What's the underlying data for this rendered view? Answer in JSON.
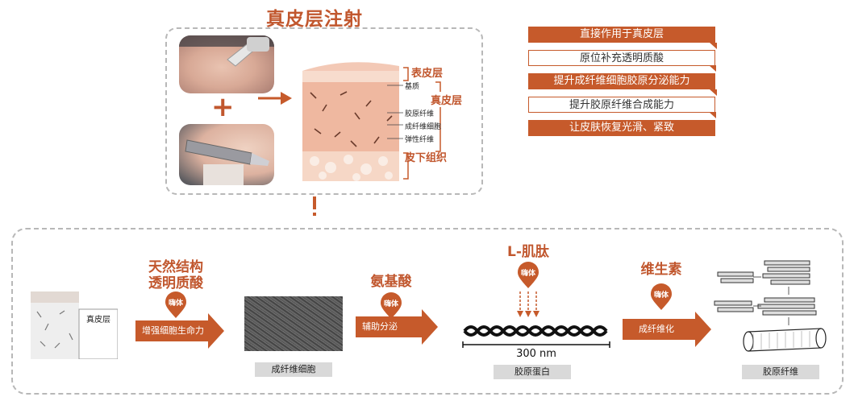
{
  "top": {
    "title": "真皮层注射",
    "plus": "+",
    "skin_labels": {
      "epidermis": "表皮层",
      "dermis": "真皮层",
      "matrix": "基质",
      "collagen_fiber": "胶原纤维",
      "fibroblast": "成纤维细胞",
      "elastic_fiber": "弹性纤维",
      "subcutaneous": "皮下组织"
    }
  },
  "steps": [
    {
      "label": "直接作用于真皮层",
      "style": "filled"
    },
    {
      "label": "原位补充透明质酸",
      "style": "outline"
    },
    {
      "label": "提升成纤维细胞胶原分泌能力",
      "style": "filled"
    },
    {
      "label": "提升胶原纤维合成能力",
      "style": "outline"
    },
    {
      "label": "让皮肤恢复光滑、紧致",
      "style": "filled"
    }
  ],
  "flow": {
    "dermis_tag": "真皮层",
    "stage1": {
      "title_line1": "天然结构",
      "title_line2": "透明质酸",
      "pin": "嗨体",
      "arrow": "增强细胞生命力"
    },
    "fibroblast_caption": "成纤维细胞",
    "stage2": {
      "title": "氨基酸",
      "pin": "嗨体",
      "arrow": "辅助分泌"
    },
    "stage3": {
      "title": "L-肌肽",
      "pin": "嗨体",
      "scale": "300 nm",
      "caption": "胶原蛋白"
    },
    "stage4": {
      "title": "维生素",
      "pin": "嗨体",
      "arrow": "成纤维化",
      "caption": "胶原纤维"
    }
  },
  "colors": {
    "accent": "#c65a2b",
    "title": "#c1572e",
    "dash": "#b8b8b8",
    "caption_bg": "#d9d9d9"
  }
}
